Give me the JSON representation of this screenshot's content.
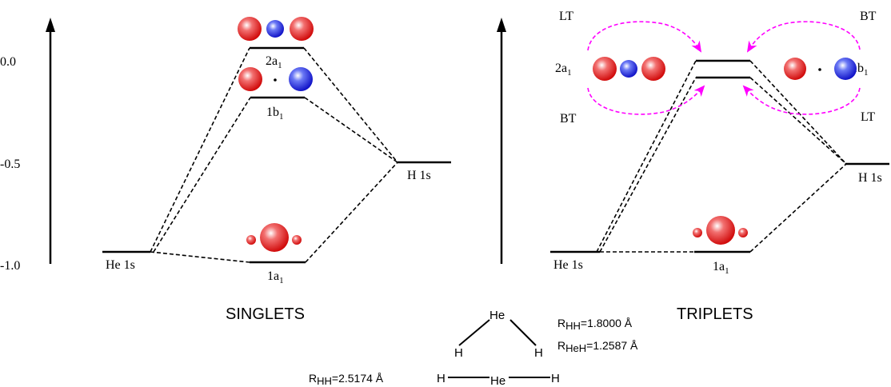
{
  "axis_ticks": [
    "0.0",
    "-0.5",
    "-1.0"
  ],
  "panels": {
    "singlets": {
      "title": "SINGLETS",
      "he_label": "He 1s",
      "h_label": "H 1s",
      "mo_2a1": "2a",
      "mo_1b1": "1b",
      "mo_1a1": "1a",
      "sub": "1"
    },
    "triplets": {
      "title": "TRIPLETS",
      "he_label": "He 1s",
      "h_label": "H 1s",
      "mo_2a1": "2a",
      "mo_1b1": "1b",
      "mo_1a1": "1a",
      "sub": "1",
      "lt_top": "LT",
      "bt_top": "BT",
      "bt_bottom": "BT",
      "lt_bottom": "LT"
    }
  },
  "bent_geometry": {
    "he": "He",
    "h_left": "H",
    "h_right": "H",
    "r_hh_prefix": "R",
    "r_hh_sub": "HH",
    "r_hh_value": "=1.8000 Å",
    "r_heh_prefix": "R",
    "r_heh_sub": "HeH",
    "r_heh_value": "=1.2587 Å"
  },
  "linear_geometry": {
    "h_left": "H",
    "he": "He",
    "h_right": "H",
    "r_hh_prefix": "R",
    "r_hh_sub": "HH",
    "r_hh_value": "=2.5174 Å"
  },
  "colors": {
    "hydrogen_orbital": "#e82020",
    "helium_orbital": "#1a22e0",
    "transition_arrow": "#ff00ff",
    "line": "#000000"
  }
}
